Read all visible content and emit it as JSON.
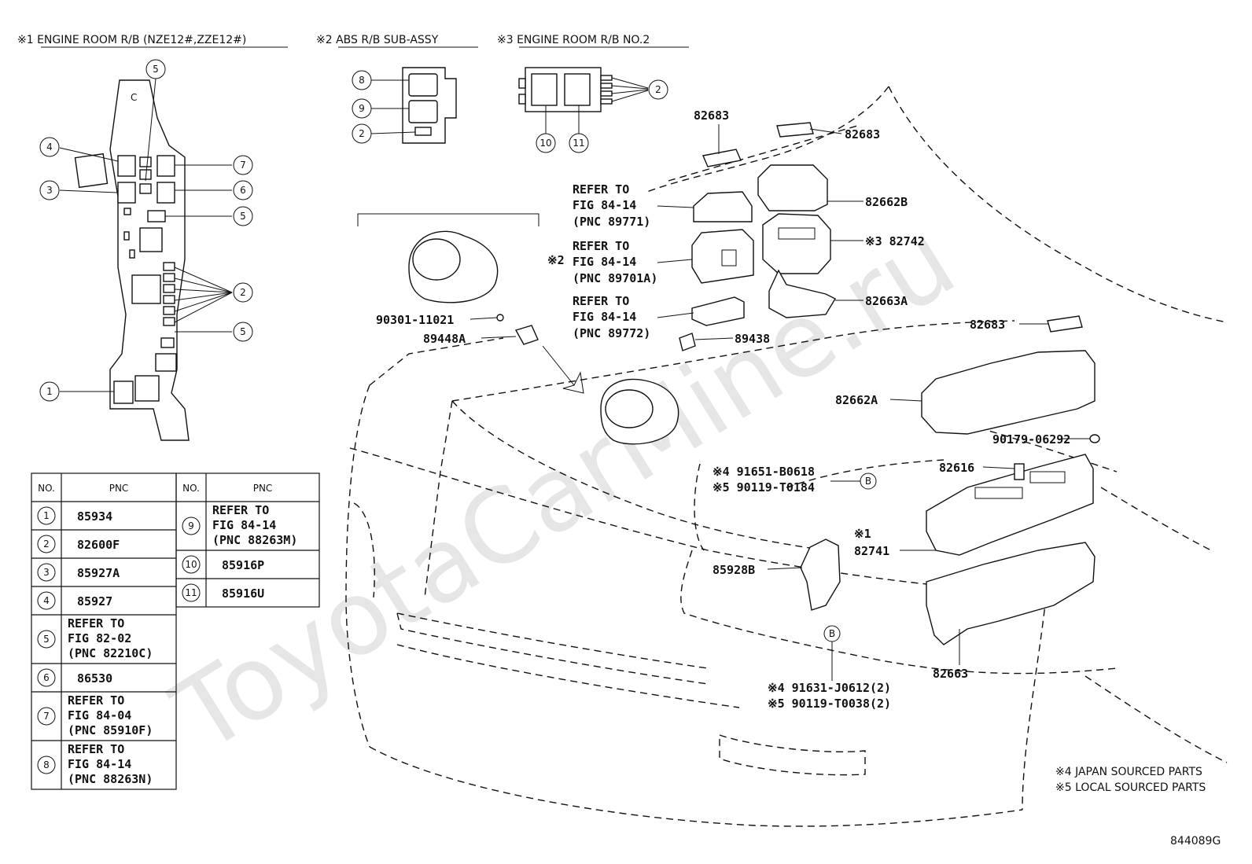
{
  "watermark": "ToyotaCarMine.ru",
  "figure_id": "844089G",
  "headers": {
    "engine_room_rb": "※1 ENGINE ROOM R/B (NZE12#,ZZE12#)",
    "abs_rb": "※2 ABS R/B SUB-ASSY",
    "engine_room_rb_no2": "※3 ENGINE ROOM R/B NO.2"
  },
  "callouts": {
    "c1": "1",
    "c2": "2",
    "c3": "3",
    "c4": "4",
    "c5": "5",
    "c6": "6",
    "c7": "7",
    "c8": "8",
    "c9": "9",
    "c10": "10",
    "c11": "11",
    "b": "B"
  },
  "refer_fig_84_14": "REFER TO",
  "parts": {
    "p82683_a": "82683",
    "p82683_b": "82683",
    "p82683_c": "82683",
    "refer1_l1": "REFER TO",
    "refer1_l2": "FIG 84-14",
    "refer1_l3": "(PNC 89771)",
    "refer2_mark": "※2",
    "refer2_l1": "REFER TO",
    "refer2_l2": "FIG 84-14",
    "refer2_l3": "(PNC 89701A)",
    "refer3_l1": "REFER TO",
    "refer3_l2": "FIG 84-14",
    "refer3_l3": "(PNC 89772)",
    "p82662b": "82662B",
    "p82742": "※3 82742",
    "p82663a": "82663A",
    "p90301": "90301-11021",
    "p89448a": "89448A",
    "p89438": "89438",
    "p82662a": "82662A",
    "p90179": "90179-06292",
    "p82616": "82616",
    "p91651": "※4 91651-B0618",
    "p90119_t0184": "※5 90119-T0184",
    "p82741_mark": "※1",
    "p82741": "82741",
    "p85928b": "85928B",
    "p82663": "82663",
    "p91631": "※4 91631-J0612(2)",
    "p90119_t0038": "※5 90119-T0038(2)"
  },
  "legend": {
    "japan": "※4 JAPAN SOURCED PARTS",
    "local": "※5 LOCAL SOURCED PARTS"
  },
  "table": {
    "col_no": "NO.",
    "col_pnc": "PNC",
    "left_rows": [
      {
        "no": "1",
        "pnc": [
          "85934"
        ]
      },
      {
        "no": "2",
        "pnc": [
          "82600F"
        ]
      },
      {
        "no": "3",
        "pnc": [
          "85927A"
        ]
      },
      {
        "no": "4",
        "pnc": [
          "85927"
        ]
      },
      {
        "no": "5",
        "pnc": [
          "REFER TO",
          "FIG 82-02",
          "(PNC 82210C)"
        ]
      },
      {
        "no": "6",
        "pnc": [
          "86530"
        ]
      },
      {
        "no": "7",
        "pnc": [
          "REFER TO",
          "FIG 84-04",
          "(PNC 85910F)"
        ]
      },
      {
        "no": "8",
        "pnc": [
          "REFER TO",
          "FIG 84-14",
          "(PNC 88263N)"
        ]
      }
    ],
    "right_rows": [
      {
        "no": "9",
        "pnc": [
          "REFER TO",
          "FIG 84-14",
          "(PNC 88263M)"
        ]
      },
      {
        "no": "10",
        "pnc": [
          "85916P"
        ]
      },
      {
        "no": "11",
        "pnc": [
          "85916U"
        ]
      }
    ]
  }
}
